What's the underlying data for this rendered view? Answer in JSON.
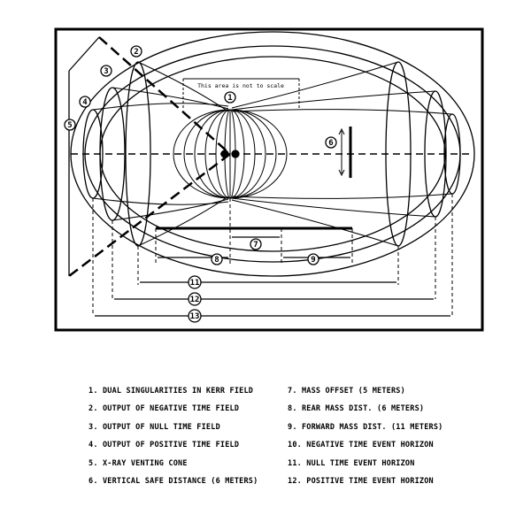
{
  "diagram": {
    "note": "This area is not to scale",
    "markers": [
      "1",
      "2",
      "3",
      "4",
      "5",
      "6",
      "7",
      "8",
      "9",
      "11",
      "12",
      "13"
    ]
  },
  "legend": {
    "left": [
      "1. DUAL SINGULARITIES IN KERR FIELD",
      "2. OUTPUT OF NEGATIVE TIME FIELD",
      "3. OUTPUT OF NULL TIME FIELD",
      "4. OUTPUT OF POSITIVE TIME FIELD",
      "5. X-RAY VENTING CONE",
      "6. VERTICAL SAFE DISTANCE (6 METERS)"
    ],
    "right": [
      "7. MASS OFFSET (5 METERS)",
      "8. REAR MASS DIST. (6 METERS)",
      "9. FORWARD MASS DIST. (11 METERS)",
      "10. NEGATIVE TIME EVENT HORIZON",
      "11. NULL TIME EVENT HORIZON",
      "12. POSITIVE TIME EVENT HORIZON"
    ]
  }
}
